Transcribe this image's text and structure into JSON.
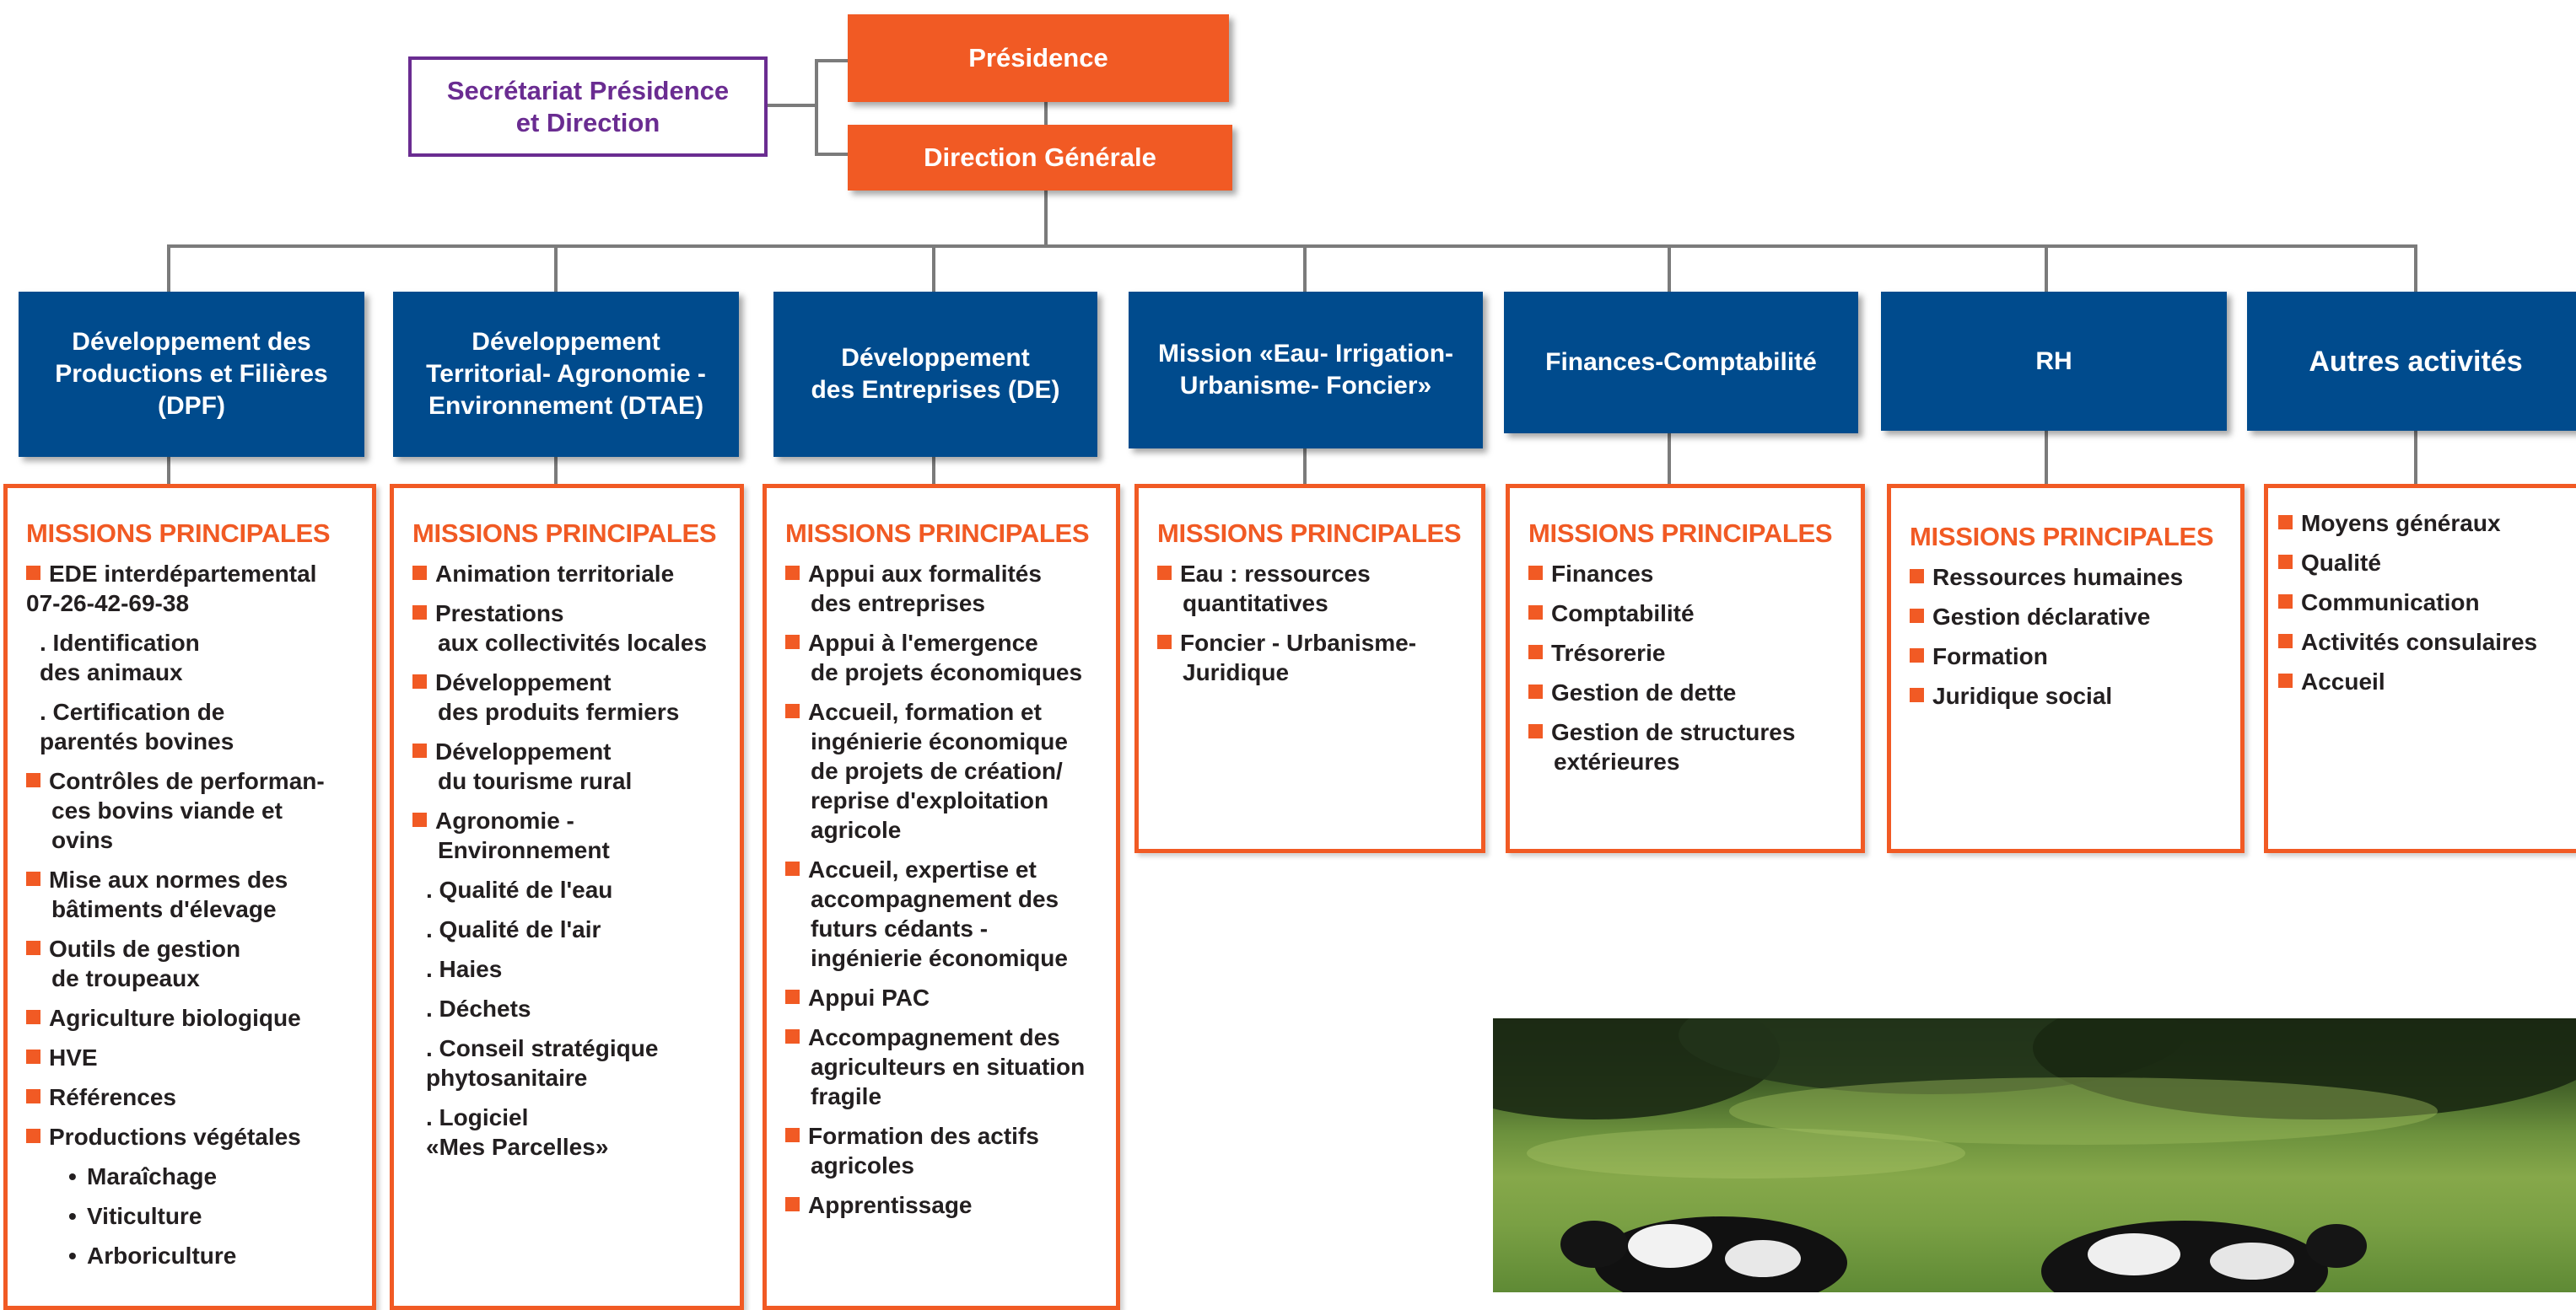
{
  "top": {
    "presidence": "Présidence",
    "direction": "Direction Générale",
    "secretariat": "Secrétariat Présidence\net Direction"
  },
  "departments": [
    "Développement des\nProductions et Filières\n(DPF)",
    "Développement\nTerritorial- Agronomie -\nEnvironnement   (DTAE)",
    "Développement\ndes Entreprises (DE)",
    "Mission «Eau- Irrigation-\nUrbanisme- Foncier»",
    "Finances-Comptabilité",
    "RH",
    "Autres activités"
  ],
  "missions_heading": "MISSIONS PRINCIPALES",
  "missions": [
    {
      "items": [
        "EDE interdépartemental",
        "07-26-42-69-38",
        ". Identification\n  des animaux",
        ". Certification de\n  parentés bovines",
        "Contrôles de performan-\nces bovins viande et\novins",
        "Mise aux normes des\nbâtiments d'élevage",
        "Outils de gestion\nde troupeaux",
        "Agriculture biologique",
        "HVE",
        "Références",
        "Productions végétales",
        "Maraîchage",
        "Viticulture",
        "Arboriculture"
      ]
    },
    {
      "items": [
        "Animation territoriale",
        "Prestations\naux collectivités locales",
        "Développement\ndes produits fermiers",
        "Développement\ndu tourisme rural",
        "Agronomie -\nEnvironnement",
        ". Qualité de l'eau",
        ". Qualité de l'air",
        ". Haies",
        ". Déchets",
        ". Conseil stratégique\n  phytosanitaire",
        ". Logiciel\n  «Mes Parcelles»"
      ]
    },
    {
      "items": [
        "Appui aux formalités\ndes entreprises",
        "Appui à l'emergence\nde projets économiques",
        "Accueil, formation et\ningénierie économique\nde projets de création/\nreprise d'exploitation\nagricole",
        "Accueil, expertise et\naccompagnement des\nfuturs cédants -\ningénierie économique",
        "Appui PAC",
        "Accompagnement des\nagriculteurs en situation\nfragile",
        "Formation des actifs\nagricoles",
        "Apprentissage"
      ]
    },
    {
      "items": [
        "Eau : ressources\nquantitatives",
        "Foncier - Urbanisme-\nJuridique"
      ]
    },
    {
      "items": [
        "Finances",
        "Comptabilité",
        "Trésorerie",
        "Gestion de dette",
        "Gestion de structures\nextérieures"
      ]
    },
    {
      "items": [
        "Ressources humaines",
        "Gestion déclarative",
        "Formation",
        "Juridique social"
      ]
    },
    {
      "items": [
        "Moyens généraux",
        "Qualité",
        "Communication",
        "Activités consulaires",
        "Accueil"
      ]
    }
  ],
  "colors": {
    "orange": "#f15a24",
    "blue": "#004b8d",
    "purple": "#6a2c91",
    "connector": "#7b7b7b"
  }
}
